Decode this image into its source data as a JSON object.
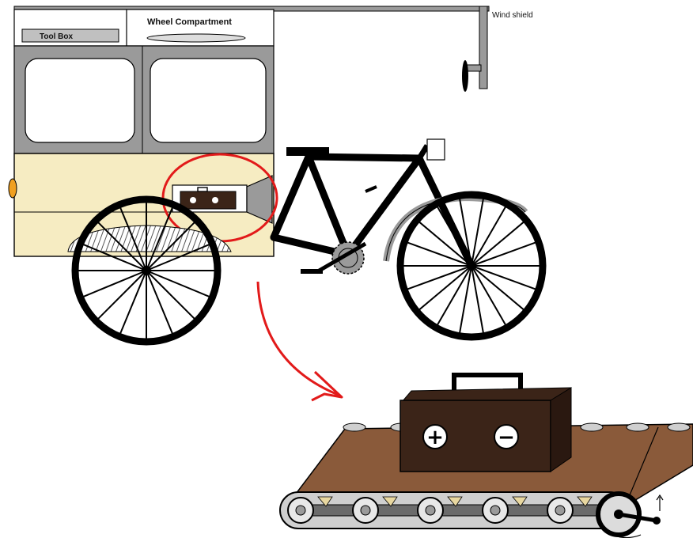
{
  "labels": {
    "tool_box": "Tool Box",
    "wheel_compartment": "Wheel Compartment",
    "wind_shield": "Wind shield"
  },
  "battery_symbols": {
    "positive": "+",
    "negative": "−"
  },
  "colors": {
    "cart_body": "#f6ecc2",
    "cart_frame": "#9a9a9a",
    "outline": "#000000",
    "highlight_circle": "#e21a1a",
    "arrow": "#e21a1a",
    "battery_body": "#3b2418",
    "conveyor_belt": "#8a5a3a",
    "indicator_light": "#f0a020"
  },
  "icons": [
    "bicycle-icon",
    "battery-icon",
    "conveyor-icon",
    "hand-crank-icon",
    "gear-icon"
  ]
}
